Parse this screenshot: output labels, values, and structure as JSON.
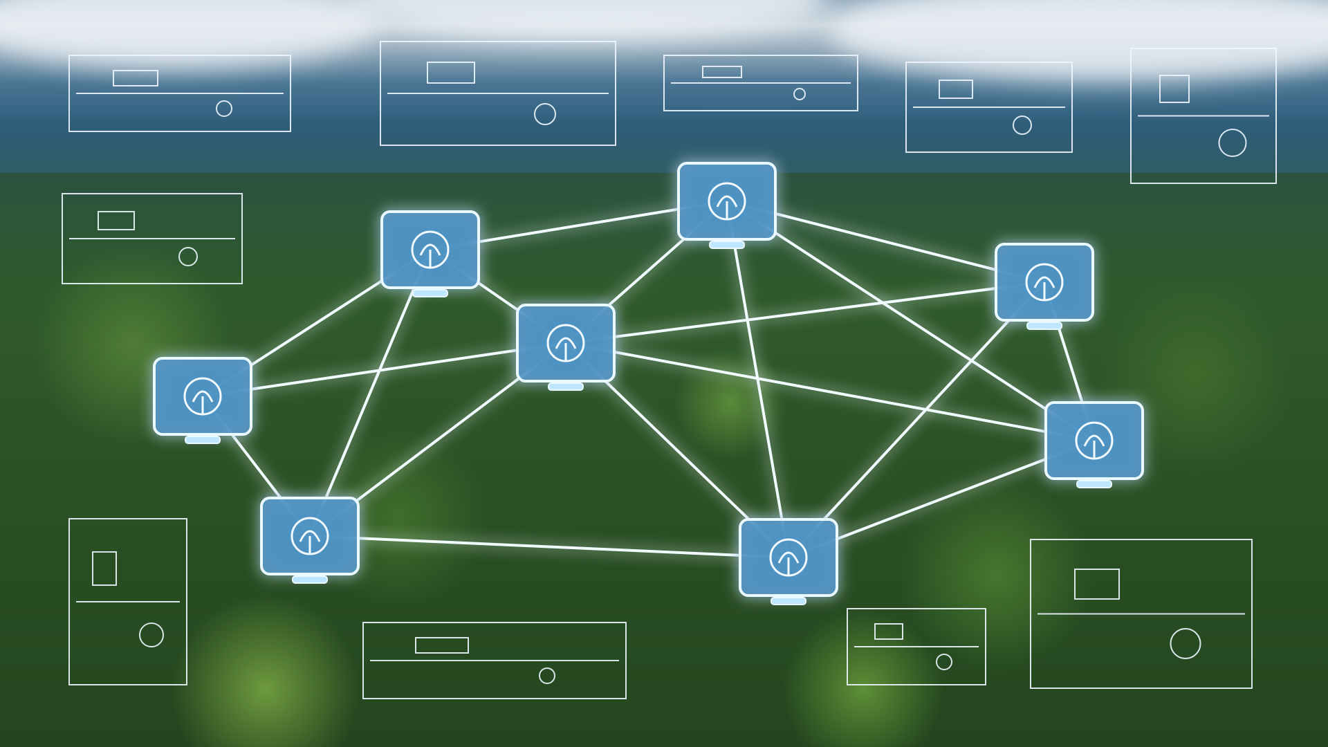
{
  "scene": {
    "description_colors": {
      "sky": "#9fb3c2",
      "mountain": "#2f5d7a",
      "forest": "#2f5a2c",
      "node_glow": "#7fd0ff",
      "node_fill": "#4f93c4",
      "line": "#f2fbff"
    },
    "nodes": [
      {
        "id": "gear",
        "icon": "gear-lever-icon"
      },
      {
        "id": "recycle",
        "icon": "recycle-icon"
      },
      {
        "id": "tree",
        "icon": "tree-icon"
      },
      {
        "id": "plant",
        "icon": "sprout-icon"
      },
      {
        "id": "turtle",
        "icon": "turtle-icon"
      },
      {
        "id": "cart",
        "icon": "cart-icon"
      },
      {
        "id": "hands",
        "icon": "hands-leaf-icon"
      },
      {
        "id": "solar",
        "icon": "solar-panel-icon"
      }
    ],
    "edges": [
      [
        "gear",
        "tree"
      ],
      [
        "gear",
        "recycle"
      ],
      [
        "gear",
        "turtle"
      ],
      [
        "gear",
        "hands"
      ],
      [
        "recycle",
        "tree"
      ],
      [
        "recycle",
        "plant"
      ],
      [
        "recycle",
        "solar"
      ],
      [
        "recycle",
        "cart"
      ],
      [
        "tree",
        "turtle"
      ],
      [
        "tree",
        "plant"
      ],
      [
        "tree",
        "cart"
      ],
      [
        "tree",
        "hands"
      ],
      [
        "tree",
        "solar"
      ],
      [
        "plant",
        "solar"
      ],
      [
        "plant",
        "cart"
      ],
      [
        "turtle",
        "hands"
      ],
      [
        "hands",
        "solar"
      ],
      [
        "solar",
        "cart"
      ]
    ]
  }
}
